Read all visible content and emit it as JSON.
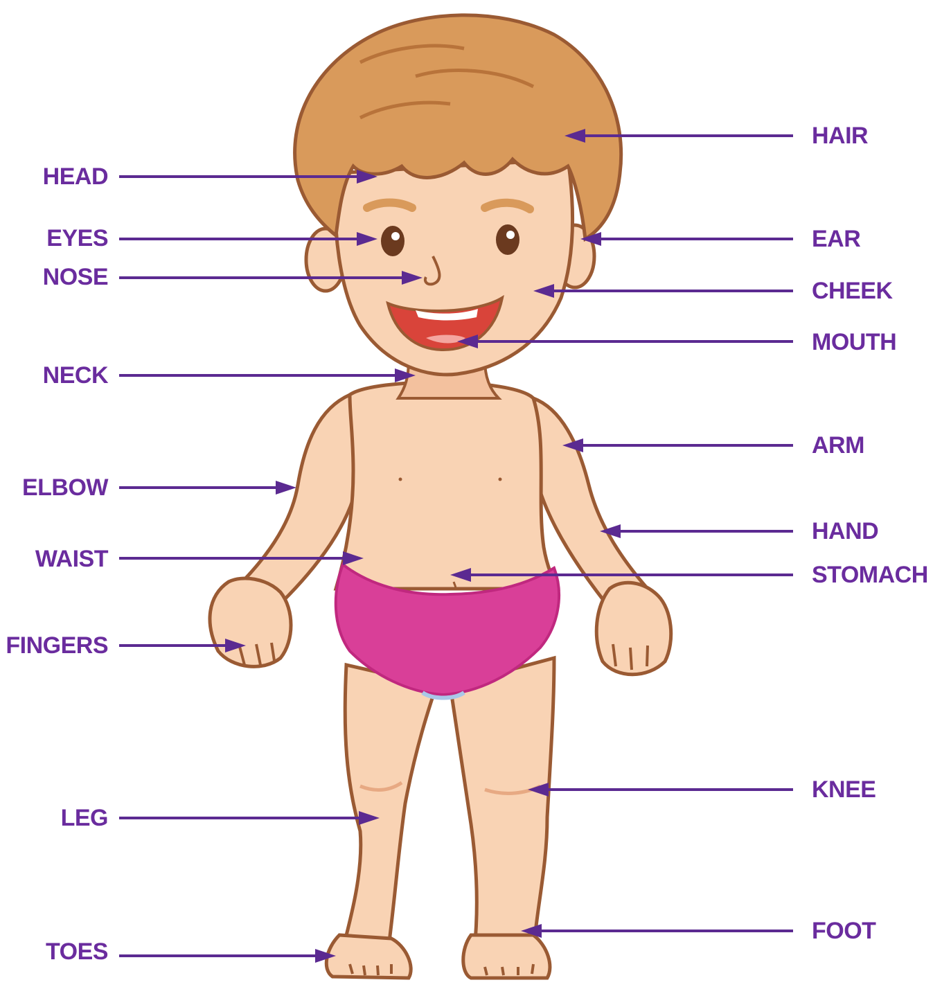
{
  "colors": {
    "label": "#6a2c9e",
    "arrow": "#5b2a91",
    "skin": "#f9d3b4",
    "skin_shadow": "#efb48f",
    "outline": "#9a5a33",
    "hair": "#d99a5b",
    "hair_dark": "#b8733a",
    "underwear": "#d93f98",
    "underwear_dark": "#c0287f",
    "mouth": "#d9443a"
  },
  "labels": {
    "head": "HEAD",
    "eyes": "EYES",
    "nose": "NOSE",
    "neck": "NECK",
    "elbow": "ELBOW",
    "waist": "WAIST",
    "fingers": "FINGERS",
    "leg": "LEG",
    "toes": "TOES",
    "hair": "HAIR",
    "ear": "EAR",
    "cheek": "CHEEK",
    "mouth": "MOUTH",
    "arm": "ARM",
    "hand": "HAND",
    "stomach": "STOMACH",
    "knee": "KNEE",
    "foot": "FOOT"
  },
  "icons": [
    "boy-figure-illustration",
    "arrow-icon"
  ]
}
